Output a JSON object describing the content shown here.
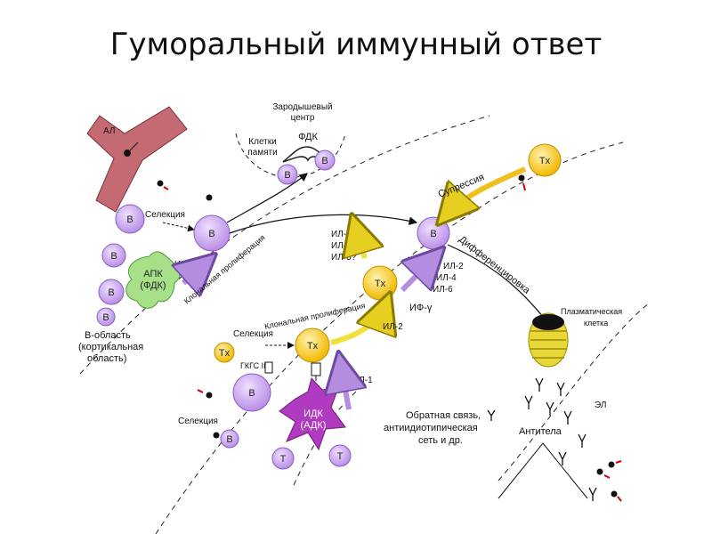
{
  "title": "Гуморальный иммунный ответ",
  "labels": {
    "al": "АЛ",
    "germinal_center_line1": "Зародышевый",
    "germinal_center_line2": "центр",
    "fdc": "ФДК",
    "memory_cells_line1": "Клетки",
    "memory_cells_line2": "памяти",
    "selection_top": "Селекция",
    "il1_left": "ИЛ-1",
    "apc_line1": "АПК",
    "apc_line2": "(ФДК)",
    "clonal_prolif_top": "Клональная пролиферация",
    "b_region_line1": "В-область",
    "b_region_line2": "(кортикальная",
    "b_region_line3": "область)",
    "il_list_left_1": "ИЛ-2",
    "il_list_left_2": "ИЛ-4",
    "il_list_left_3": "ИЛ-5?",
    "il_list_right_1": "ИЛ-2",
    "il_list_right_2": "ИЛ-4",
    "il_list_right_3": "ИЛ-6",
    "ifn_gamma": "ИФ-γ",
    "suppression": "Супрессия",
    "differentiation": "Дифференцировка",
    "plasma_cell_line1": "Плазматическая",
    "plasma_cell_line2": "клетка",
    "clonal_prolif_mid": "Клональная пролиферация",
    "selection_mid": "Селекция",
    "il2_mid": "ИЛ-2",
    "mhc2": "ГКГС II",
    "selection_low": "Селекция",
    "il1_low": "ИЛ-1",
    "idc_line1": "ИДК",
    "idc_line2": "(АДК)",
    "feedback_line1": "Обратная связь,",
    "feedback_line2": "антиидиотипическая",
    "feedback_line3": "сеть и др.",
    "antibodies": "Антитела",
    "el": "ЭЛ"
  },
  "cells": {
    "b": "B",
    "th": "Tх",
    "t": "T"
  },
  "colors": {
    "b_cell": "#c8a6ea",
    "b_cell_stroke": "#8a5cc6",
    "th_cell": "#f4c430",
    "th_cell_stroke": "#c58e00",
    "apc": "#a8e08a",
    "idc": "#b03ac0",
    "vessel": "#c46a72",
    "arrow_yellow": "#f0e03a",
    "arrow_purple": "#b48ce0",
    "plasma": "#e8d838"
  }
}
